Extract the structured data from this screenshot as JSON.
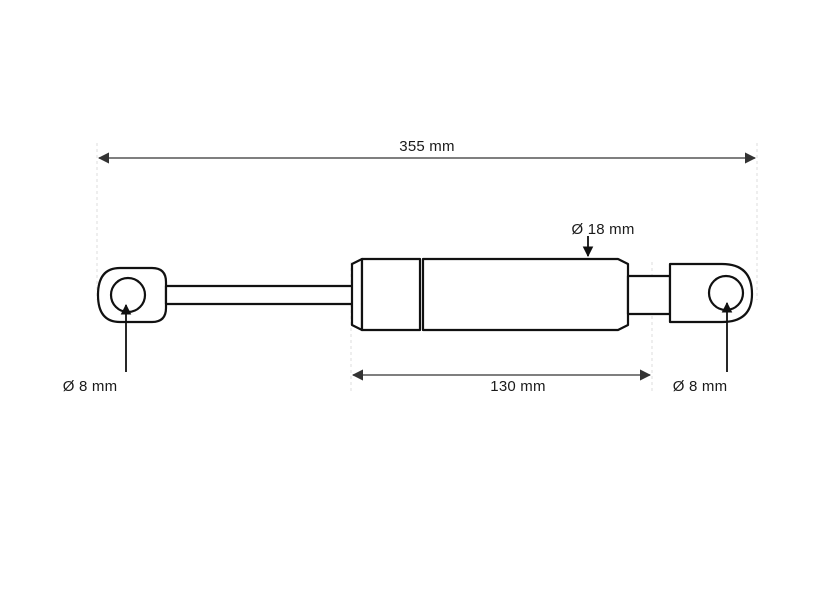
{
  "drawing": {
    "title": "gas-spring-technical-drawing",
    "background_color": "#ffffff",
    "line_color": "#1a1a1a",
    "dimension_line_color": "#4d4d4d",
    "extension_line_color": "#d9d9d9",
    "dimensions": {
      "total_length": {
        "label": "355 mm",
        "value": 355,
        "unit": "mm",
        "orientation": "horizontal",
        "position": "top"
      },
      "stroke_length": {
        "label": "130 mm",
        "value": 130,
        "unit": "mm",
        "orientation": "horizontal",
        "position": "bottom"
      },
      "body_diameter": {
        "label": "Ø 18 mm",
        "value": 18,
        "unit": "mm",
        "symbol": "Ø",
        "orientation": "leader",
        "position": "top-right"
      },
      "left_eyelet_bore": {
        "label": "Ø 8 mm",
        "value": 8,
        "unit": "mm",
        "symbol": "Ø",
        "orientation": "leader",
        "position": "bottom-left"
      },
      "right_eyelet_bore": {
        "label": "Ø 8 mm",
        "value": 8,
        "unit": "mm",
        "symbol": "Ø",
        "orientation": "leader",
        "position": "bottom-right"
      }
    }
  }
}
